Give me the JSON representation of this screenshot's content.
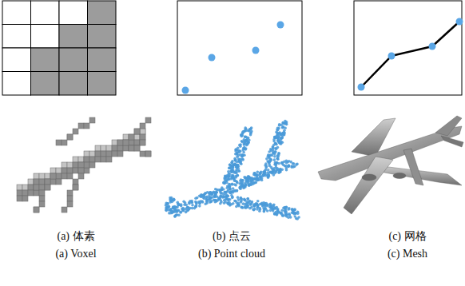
{
  "diagram": {
    "labels": [
      "(a) 体素",
      "(a) Voxel",
      "(b) 点云",
      "(b) Point cloud",
      "(c) 网格",
      "(c) Mesh"
    ]
  }
}
